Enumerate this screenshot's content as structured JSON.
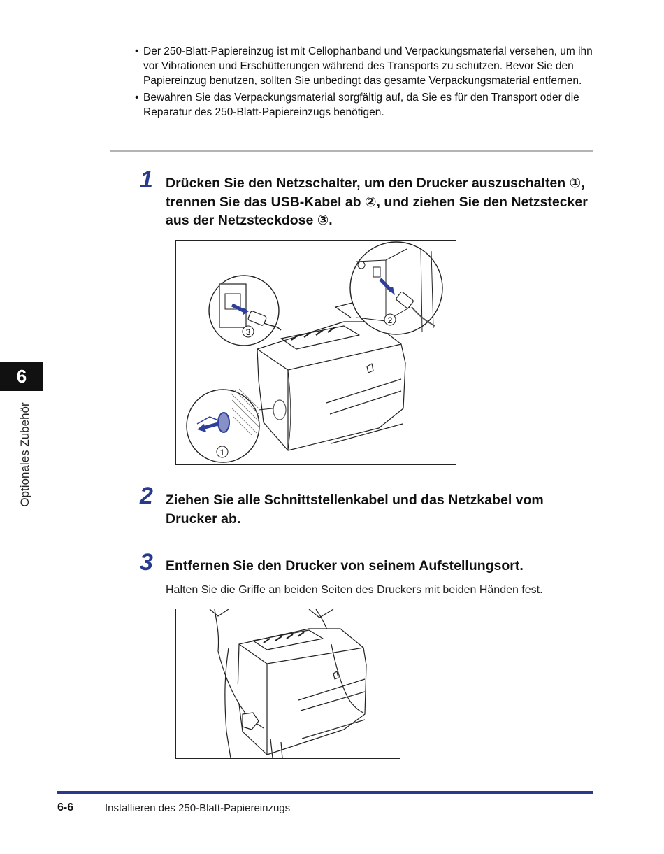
{
  "notes": [
    "Der 250-Blatt-Papiereinzug ist mit Cellophanband und Verpackungsmaterial versehen, um ihn vor Vibrationen und Erschütterungen während des Transports zu schützen. Bevor Sie den Papiereinzug benutzen, sollten Sie unbedingt das gesamte Verpackungsmaterial entfernen.",
    "Bewahren Sie das Verpackungsmaterial sorgfältig auf, da Sie es für den Transport oder die Reparatur des 250-Blatt-Papiereinzugs benötigen."
  ],
  "steps": [
    {
      "number": "1",
      "text": "Drücken Sie den Netzschalter, um den Drucker auszuschalten ①, trennen Sie das USB-Kabel ab ②, und ziehen Sie den Netzstecker aus der Netzsteckdose ③."
    },
    {
      "number": "2",
      "text": "Ziehen Sie alle Schnittstellenkabel und das Netzkabel vom Drucker ab."
    },
    {
      "number": "3",
      "text": "Entfernen Sie den Drucker von seinem Aufstellungsort.",
      "detail": "Halten Sie die Griffe an beiden Seiten des Druckers mit beiden Händen fest."
    }
  ],
  "figure1": {
    "callout_1": "1",
    "callout_2": "2",
    "callout_3": "3"
  },
  "sidebar": {
    "chapter_number": "6",
    "chapter_title": "Optionales Zubehör"
  },
  "footer": {
    "page_number": "6-6",
    "title": "Installieren des 250-Blatt-Papiereinzugs"
  },
  "colors": {
    "accent_blue": "#273a8e",
    "arrow_blue": "#2d3f9a",
    "rule_gray": "#b4b4b4"
  }
}
